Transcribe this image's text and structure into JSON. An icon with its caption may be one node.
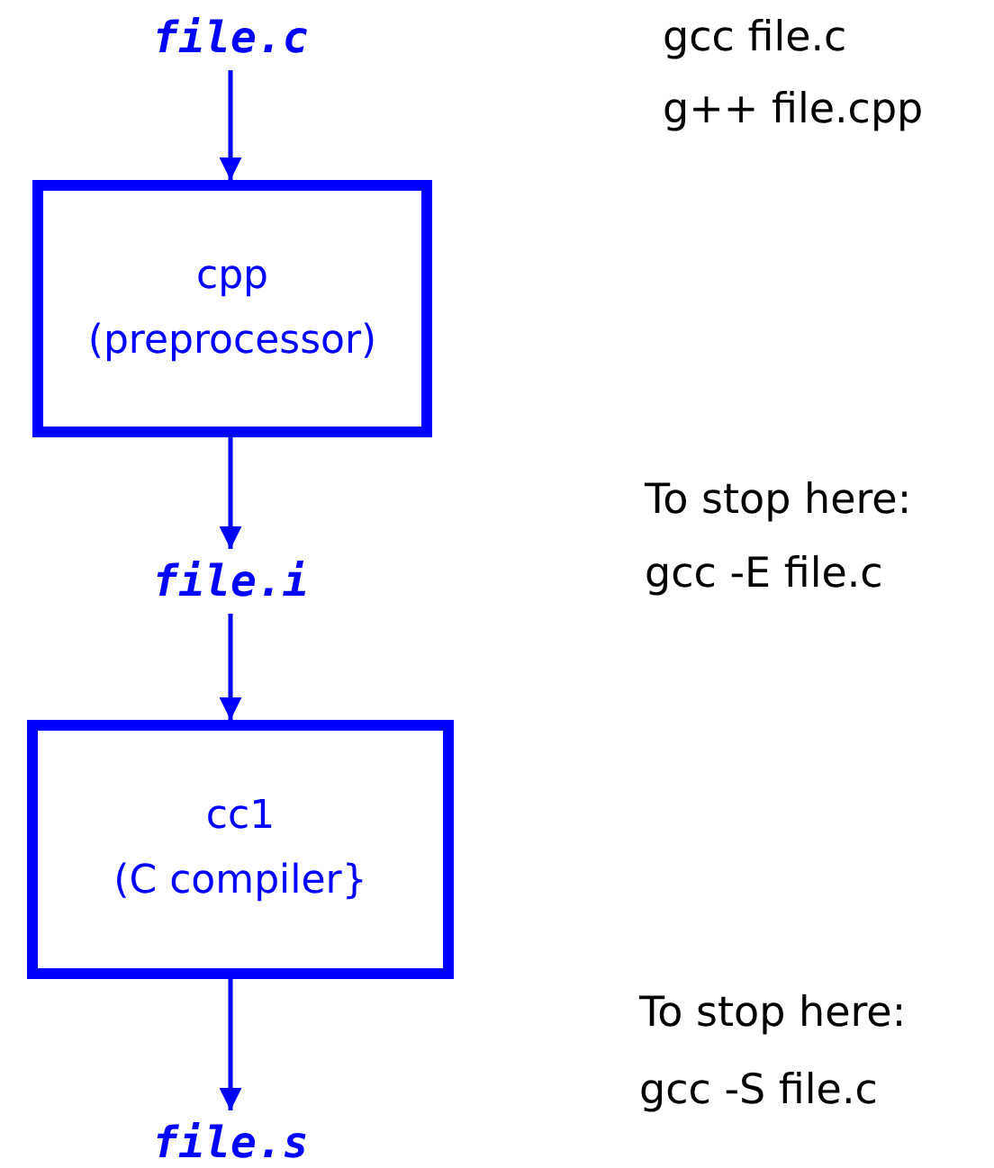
{
  "diagram": {
    "nodes": [
      {
        "text": [
          "file.c"
        ]
      },
      {
        "text": [
          "cpp",
          "(preprocessor)"
        ]
      },
      {
        "text": [
          "file.i"
        ]
      },
      {
        "text": [
          "cc1",
          "(C compiler}"
        ]
      },
      {
        "text": [
          "file.s"
        ]
      }
    ],
    "edges": [
      {
        "from": 0,
        "to": 1,
        "arrow": "to"
      },
      {
        "from": 1,
        "to": 2,
        "arrow": "to"
      },
      {
        "from": 2,
        "to": 3,
        "arrow": "to"
      },
      {
        "from": 3,
        "to": 4,
        "arrow": "to"
      }
    ],
    "labels": [
      "gcc file.c",
      "g++ file.cpp",
      "To stop here:",
      "gcc -E file.c",
      "To stop here:",
      "gcc -S file.c"
    ]
  }
}
